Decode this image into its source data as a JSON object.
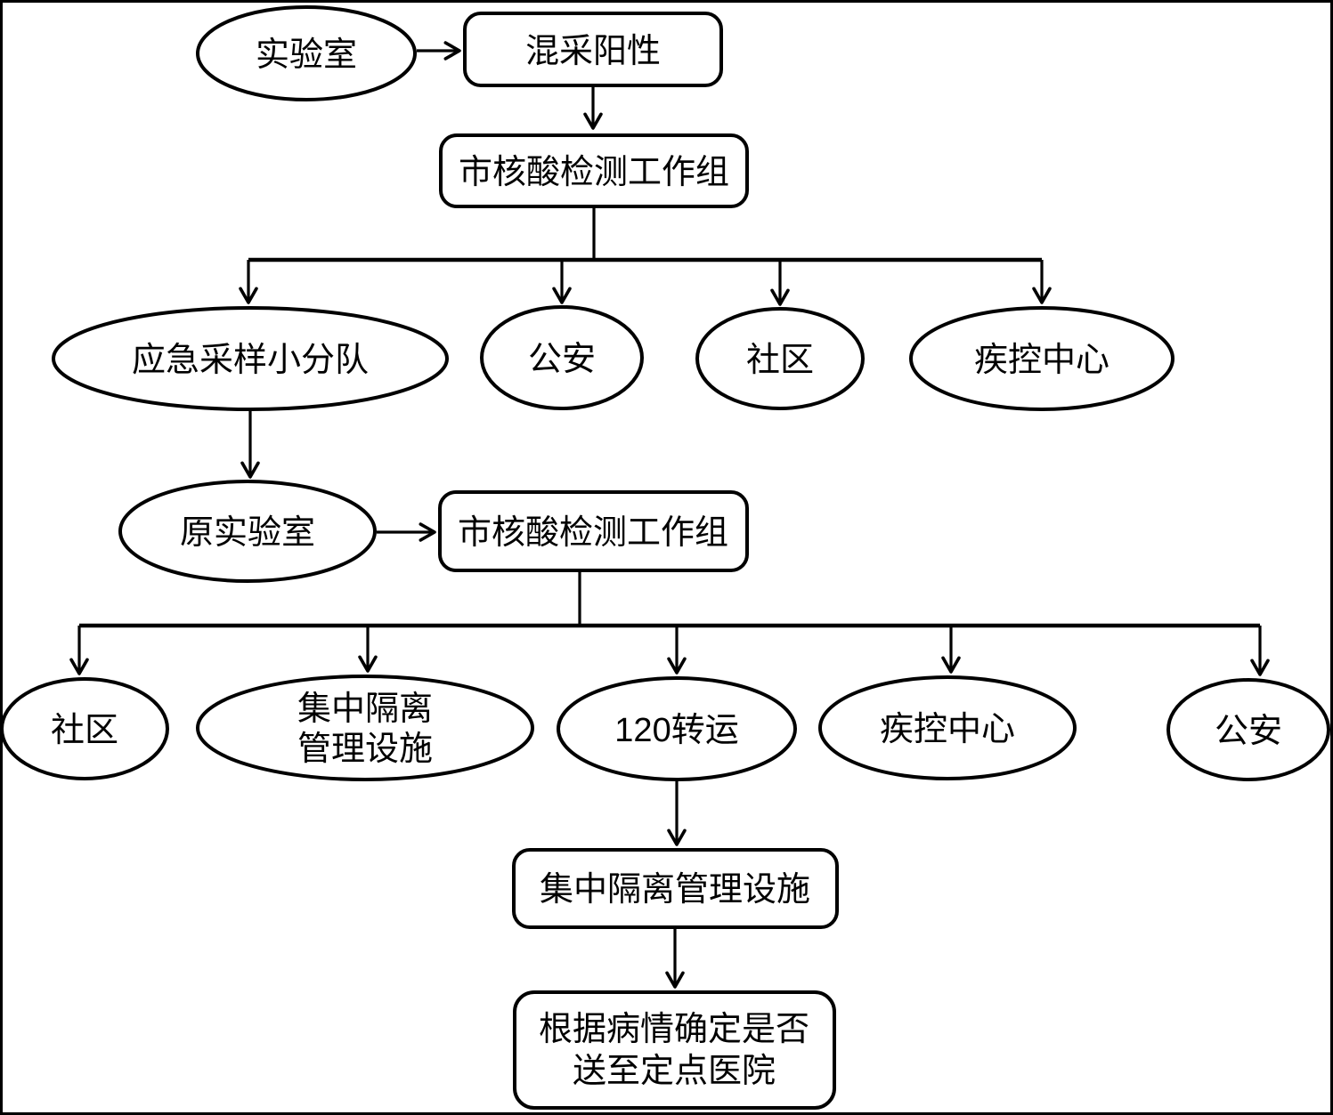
{
  "diagram": {
    "type": "flowchart",
    "language": "zh-CN",
    "colors": {
      "background": "#ffffff",
      "stroke": "#000000",
      "text": "#000000"
    },
    "nodes": {
      "lab": "实验室",
      "mixed_positive": "混采阳性",
      "workgroup_1": "市核酸检测工作组",
      "emergency_team": "应急采样小分队",
      "police_1": "公安",
      "community_1": "社区",
      "cdc_1": "疾控中心",
      "original_lab": "原实验室",
      "workgroup_2": "市核酸检测工作组",
      "community_2": "社区",
      "isolation_facility_ellipse_line1": "集中隔离",
      "isolation_facility_ellipse_line2": "管理设施",
      "transfer_120": "120转运",
      "cdc_2": "疾控中心",
      "police_2": "公安",
      "isolation_facility_rect": "集中隔离管理设施",
      "hospital_decision_line1": "根据病情确定是否",
      "hospital_decision_line2": "送至定点医院"
    }
  }
}
